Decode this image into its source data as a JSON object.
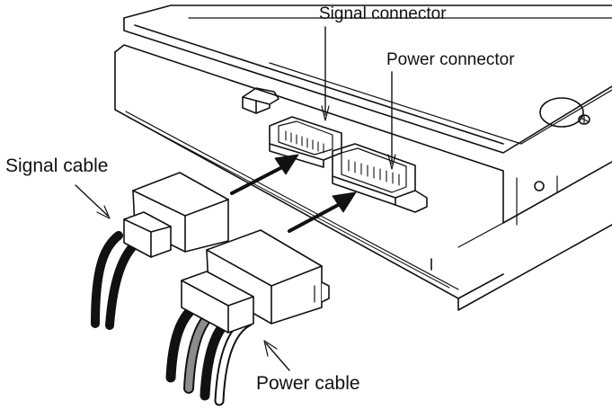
{
  "labels": {
    "signal_connector": "Signal connector",
    "power_connector": "Power connector",
    "signal_cable": "Signal cable",
    "power_cable": "Power cable"
  },
  "colors": {
    "line": "#111111",
    "drive_face": "#ffffff",
    "wire_black": "#111111",
    "wire_gray": "#8c8c8c",
    "wire_white": "#ffffff"
  }
}
